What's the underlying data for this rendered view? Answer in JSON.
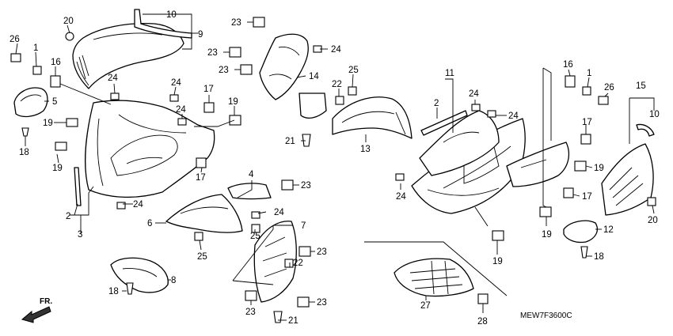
{
  "diagram_code": "MEW7F3600C",
  "direction_label": "FR.",
  "icons": {
    "direction": "front-direction-arrow-icon"
  },
  "colors": {
    "line": "#000000",
    "background": "#ffffff",
    "shade": "#d9d9d9"
  },
  "callouts": [
    {
      "id": "c1",
      "label": "20"
    },
    {
      "id": "c2",
      "label": "10"
    },
    {
      "id": "c3",
      "label": "9"
    },
    {
      "id": "c4",
      "label": "26"
    },
    {
      "id": "c5",
      "label": "1"
    },
    {
      "id": "c6",
      "label": "16"
    },
    {
      "id": "c7",
      "label": "5"
    },
    {
      "id": "c8",
      "label": "24"
    },
    {
      "id": "c9",
      "label": "24"
    },
    {
      "id": "c10",
      "label": "24"
    },
    {
      "id": "c11",
      "label": "17"
    },
    {
      "id": "c12",
      "label": "19"
    },
    {
      "id": "c13",
      "label": "19"
    },
    {
      "id": "c14",
      "label": "18"
    },
    {
      "id": "c15",
      "label": "19"
    },
    {
      "id": "c16",
      "label": "17"
    },
    {
      "id": "c17",
      "label": "2"
    },
    {
      "id": "c18",
      "label": "3"
    },
    {
      "id": "c19",
      "label": "24"
    },
    {
      "id": "c20",
      "label": "23"
    },
    {
      "id": "c21",
      "label": "23"
    },
    {
      "id": "c22",
      "label": "23"
    },
    {
      "id": "c23",
      "label": "24"
    },
    {
      "id": "c24",
      "label": "14"
    },
    {
      "id": "c25",
      "label": "25"
    },
    {
      "id": "c26",
      "label": "22"
    },
    {
      "id": "c27",
      "label": "21"
    },
    {
      "id": "c28",
      "label": "13"
    },
    {
      "id": "c29",
      "label": "11"
    },
    {
      "id": "c30",
      "label": "2"
    },
    {
      "id": "c31",
      "label": "24"
    },
    {
      "id": "c32",
      "label": "24"
    },
    {
      "id": "c33",
      "label": "16"
    },
    {
      "id": "c34",
      "label": "1"
    },
    {
      "id": "c35",
      "label": "26"
    },
    {
      "id": "c36",
      "label": "15"
    },
    {
      "id": "c37",
      "label": "10"
    },
    {
      "id": "c38",
      "label": "17"
    },
    {
      "id": "c39",
      "label": "19"
    },
    {
      "id": "c40",
      "label": "17"
    },
    {
      "id": "c41",
      "label": "20"
    },
    {
      "id": "c42",
      "label": "24"
    },
    {
      "id": "c43",
      "label": "19"
    },
    {
      "id": "c44",
      "label": "12"
    },
    {
      "id": "c45",
      "label": "18"
    },
    {
      "id": "c46",
      "label": "19"
    },
    {
      "id": "c47",
      "label": "4"
    },
    {
      "id": "c48",
      "label": "23"
    },
    {
      "id": "c49",
      "label": "6"
    },
    {
      "id": "c50",
      "label": "24"
    },
    {
      "id": "c51",
      "label": "7"
    },
    {
      "id": "c52",
      "label": "25"
    },
    {
      "id": "c53",
      "label": "25"
    },
    {
      "id": "c54",
      "label": "23"
    },
    {
      "id": "c55",
      "label": "22"
    },
    {
      "id": "c56",
      "label": "23"
    },
    {
      "id": "c57",
      "label": "23"
    },
    {
      "id": "c58",
      "label": "21"
    },
    {
      "id": "c59",
      "label": "8"
    },
    {
      "id": "c60",
      "label": "18"
    },
    {
      "id": "c61",
      "label": "27"
    },
    {
      "id": "c62",
      "label": "28"
    }
  ]
}
